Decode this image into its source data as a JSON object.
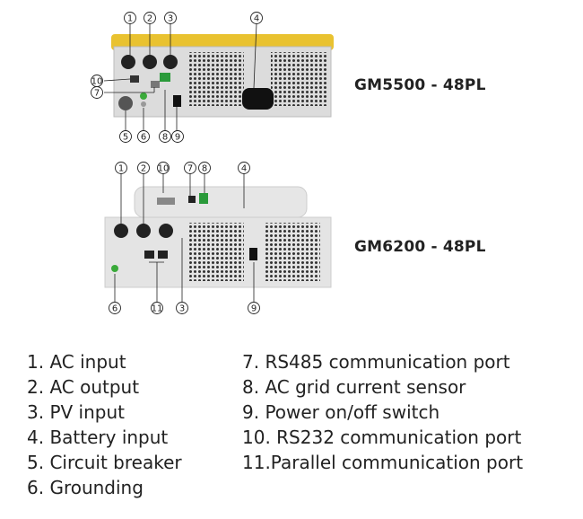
{
  "models": {
    "top": "GM5500 - 48PL",
    "bottom": "GM6200 - 48PL"
  },
  "colors": {
    "housing_accent": "#e9c230",
    "panel": "#d9d9d9",
    "text": "#222222"
  },
  "callouts_top": [
    "1",
    "2",
    "3",
    "4",
    "10",
    "7",
    "5",
    "6",
    "8",
    "9"
  ],
  "callouts_bottom": [
    "1",
    "2",
    "10",
    "7",
    "8",
    "4",
    "6",
    "11",
    "3",
    "9"
  ],
  "legend": {
    "left": [
      "1. AC input",
      "2. AC output",
      "3. PV input",
      "4. Battery input",
      "5. Circuit breaker",
      "6. Grounding"
    ],
    "right": [
      "7. RS485 communication port",
      "8. AC grid current sensor",
      "9. Power on/off switch",
      "10. RS232 communication port",
      "11.Parallel communication port"
    ]
  }
}
